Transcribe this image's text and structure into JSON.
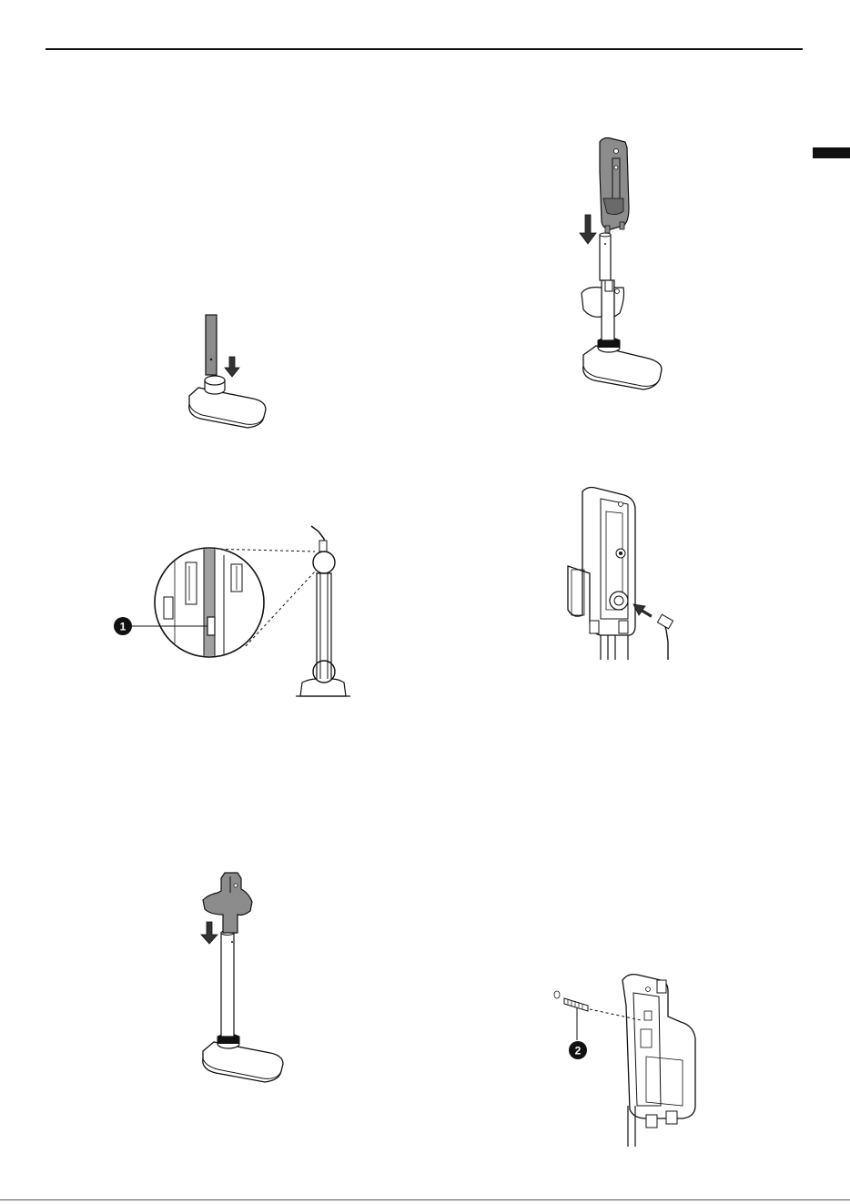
{
  "callouts": [
    {
      "number": "1"
    },
    {
      "number": "2"
    }
  ],
  "colors": {
    "line": "#111111",
    "part_fill": "#ffffff",
    "highlight_fill": "#8c8c8c",
    "highlight_dark": "#6a6a6a",
    "side_mark": "#111111"
  },
  "figures": [
    {
      "name": "pole-into-base"
    },
    {
      "name": "connector-cable-detail"
    },
    {
      "name": "cradle-onto-pole"
    },
    {
      "name": "holder-onto-stand"
    },
    {
      "name": "plug-into-holder"
    },
    {
      "name": "screw-into-holder"
    }
  ]
}
